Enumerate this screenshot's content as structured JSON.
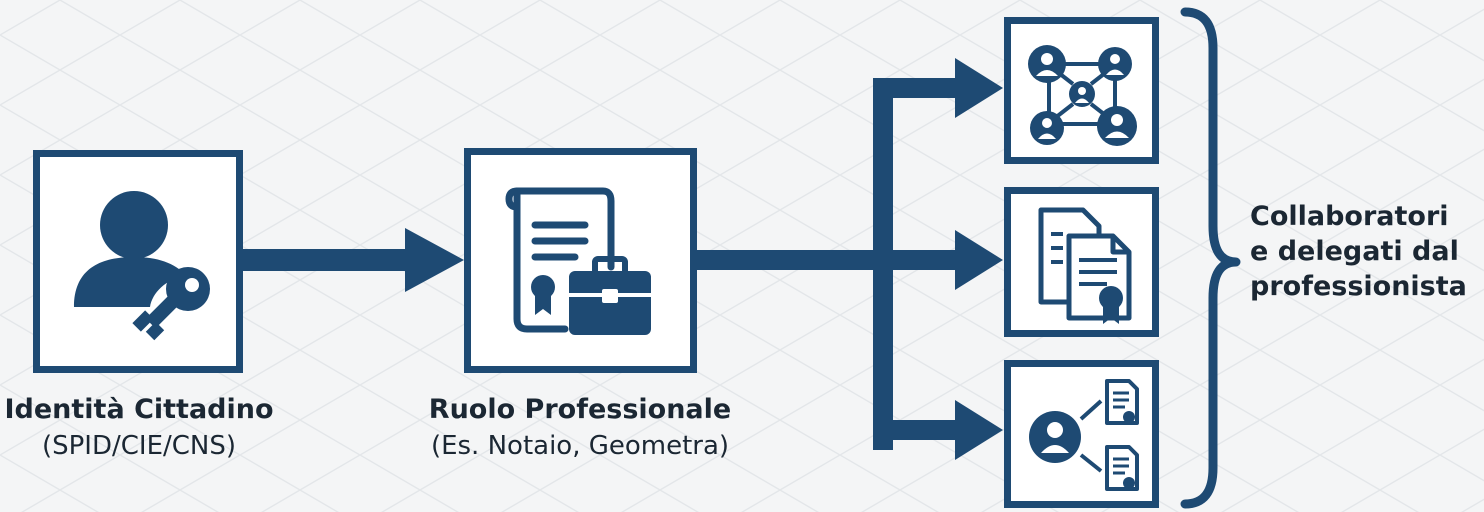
{
  "nodes": {
    "identity": {
      "title": "Identità Cittadino",
      "subtitle": "(SPID/CIE/CNS)",
      "icon": "user-key-icon"
    },
    "role": {
      "title": "Ruolo Professionale",
      "subtitle": "(Es. Notaio, Geometra)",
      "icon": "certificate-briefcase-icon"
    },
    "outputs": [
      {
        "icon": "user-network-icon"
      },
      {
        "icon": "certified-documents-icon"
      },
      {
        "icon": "user-documents-icon"
      }
    ]
  },
  "side_label": {
    "lines": [
      "Collaboratori",
      "e delegati dal",
      "professionista"
    ]
  },
  "colors": {
    "primary": "#1e4a73",
    "text": "#1b2733",
    "background": "#f4f5f6",
    "box_fill": "#ffffff"
  }
}
